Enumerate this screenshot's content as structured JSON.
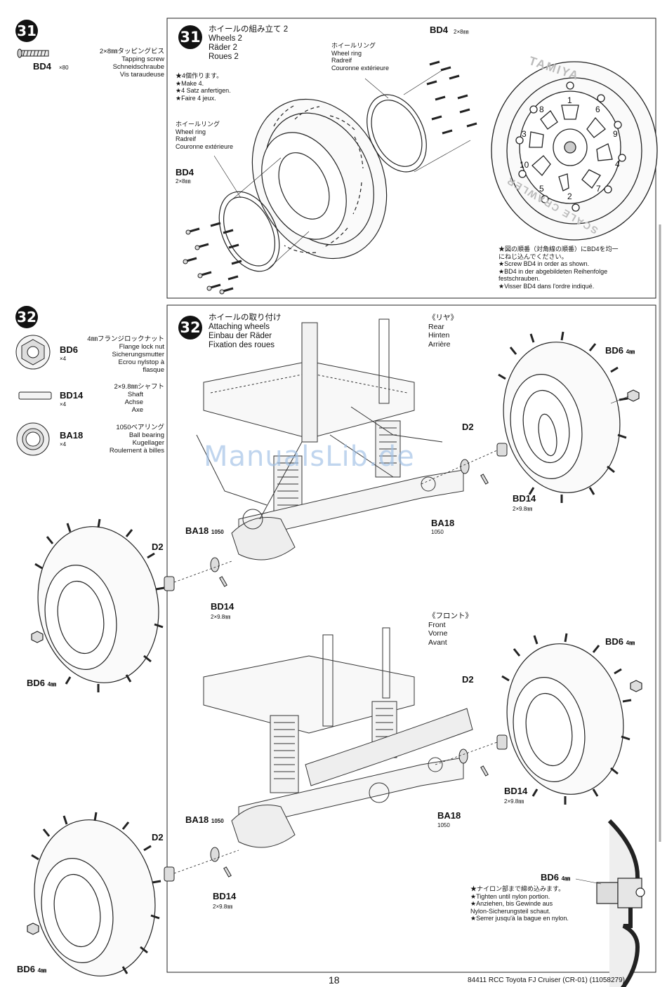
{
  "step31": {
    "number": "31",
    "title_jp": "ホイールの組み立て 2",
    "title_en": "Wheels 2",
    "title_de": "Räder 2",
    "title_fr": "Roues 2",
    "parts": [
      {
        "code": "BD4",
        "qty": "×80",
        "size_jp": "2×8㎜タッピングビス",
        "en": "Tapping screw",
        "de": "Schneidschraube",
        "fr": "Vis taraudeuse"
      }
    ],
    "notes": [
      "★4個作ります。",
      "★Make 4.",
      "★4 Satz anfertigen.",
      "★Faire 4 jeux."
    ],
    "ring_label": {
      "jp": "ホイールリング",
      "en": "Wheel ring",
      "de": "Radreif",
      "fr": "Couronne extérieure"
    },
    "bd4_label": "BD4",
    "bd4_size": "2×8㎜",
    "bd4_top": "BD4",
    "bd4_top_size": "2×8㎜",
    "brand_text": "TAMIYA",
    "rim_text": "SCALE CRAWLER",
    "order": [
      "1",
      "6",
      "9",
      "4",
      "7",
      "2",
      "5",
      "10",
      "3",
      "8"
    ],
    "order_notes": [
      "★図の順番（対角線の順番）にBD4を均一",
      "にねじ込んでください。",
      "★Screw BD4 in order as shown.",
      "★BD4 in der abgebildeten Reihenfolge",
      "festschrauben.",
      "★Visser BD4 dans l'ordre indiqué."
    ]
  },
  "step32": {
    "number": "32",
    "title_jp": "ホイールの取り付け",
    "title_en": "Attaching wheels",
    "title_de": "Einbau der Räder",
    "title_fr": "Fixation des roues",
    "parts": [
      {
        "code": "BD6",
        "qty": "×4",
        "size_jp": "4㎜フランジロックナット",
        "en": "Flange lock nut",
        "de": "Sicherungsmutter",
        "fr": "Ecrou nylstop à",
        "fr2": "flasque"
      },
      {
        "code": "BD14",
        "qty": "×4",
        "size_jp": "2×9.8㎜シャフト",
        "en": "Shaft",
        "de": "Achse",
        "fr": "Axe"
      },
      {
        "code": "BA18",
        "qty": "×4",
        "size_jp": "1050ベアリング",
        "en": "Ball bearing",
        "de": "Kugellager",
        "fr": "Roulement à billes"
      }
    ],
    "rear": {
      "jp": "《リヤ》",
      "en": "Rear",
      "de": "Hinten",
      "fr": "Arrière"
    },
    "front": {
      "jp": "《フロント》",
      "en": "Front",
      "de": "Vorne",
      "fr": "Avant"
    },
    "labels": {
      "bd6": "BD6",
      "bd6_size": "4㎜",
      "d2": "D2",
      "bd14": "BD14",
      "bd14_size": "2×9.8㎜",
      "ba18": "BA18",
      "ba18_size": "1050"
    },
    "nylon_notes": [
      "★ナイロン部まで締め込みます。",
      "★Tighten until nylon portion.",
      "★Anziehen, bis Gewinde aus",
      "Nylon-Sicherungsteil schaut.",
      "★Serrer jusqu'à la bague en nylon."
    ]
  },
  "watermark": "ManualsLib.de",
  "footer": {
    "page": "18",
    "model": "84411 RCC Toyota FJ Cruiser (CR-01) (11058279)"
  }
}
